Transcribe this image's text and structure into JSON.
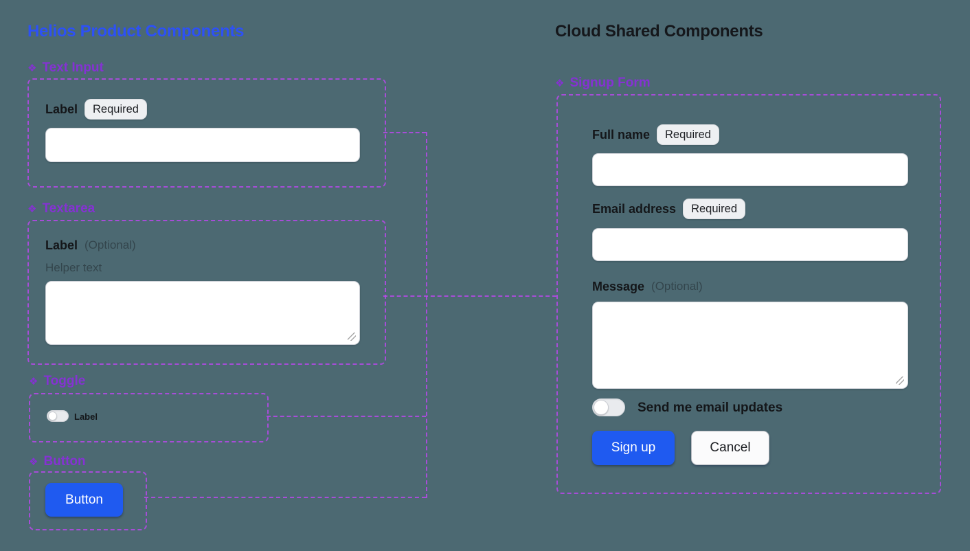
{
  "colors": {
    "background": "#4c6972",
    "helios_title_blue": "#2d51f5",
    "cloud_title_dark": "#15171b",
    "component_label_purple": "#9622ee",
    "dashed_outline_purple": "#b849ea",
    "primary_button_blue": "#1f5af0",
    "badge_background": "#eef0f2",
    "input_border": "#cfd2d8"
  },
  "icons": {
    "component": "❖"
  },
  "helios": {
    "title": "Helios Product Components",
    "text_input": {
      "heading": "Text Input",
      "label": "Label",
      "badge": "Required",
      "value": ""
    },
    "textarea": {
      "heading": "Textarea",
      "label": "Label",
      "optional": "(Optional)",
      "helper": "Helper text",
      "value": ""
    },
    "toggle": {
      "heading": "Toggle",
      "label": "Label",
      "state": "off"
    },
    "button": {
      "heading": "Button",
      "label": "Button"
    }
  },
  "cloud": {
    "title": "Cloud Shared Components",
    "signup_form": {
      "heading": "Signup Form",
      "full_name": {
        "label": "Full name",
        "badge": "Required",
        "value": ""
      },
      "email": {
        "label": "Email address",
        "badge": "Required",
        "value": ""
      },
      "message": {
        "label": "Message",
        "optional": "(Optional)",
        "value": ""
      },
      "updates_toggle": {
        "label": "Send me email updates",
        "state": "off"
      },
      "signup_button": "Sign up",
      "cancel_button": "Cancel"
    }
  }
}
